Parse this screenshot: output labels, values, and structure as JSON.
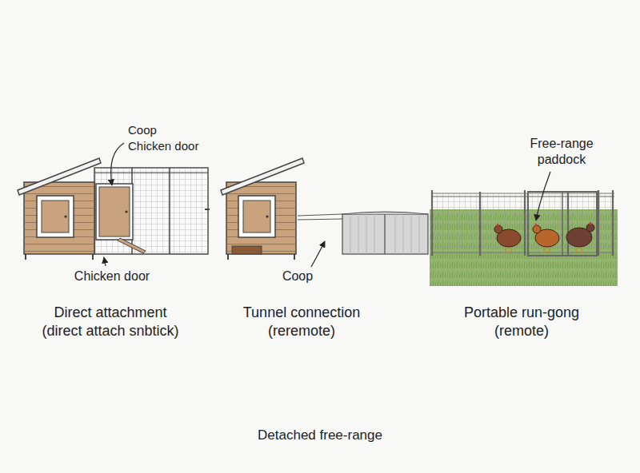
{
  "diagram": {
    "caption": "Detached free-range",
    "labels": [
      "Coop",
      "Chicken door",
      "Chicken door",
      "Direct attachment (direct attach snbtick)",
      "Coop",
      "Tunnel connection (reremote)",
      "Free-range paddock",
      "Portable run-gong (remote)"
    ]
  }
}
